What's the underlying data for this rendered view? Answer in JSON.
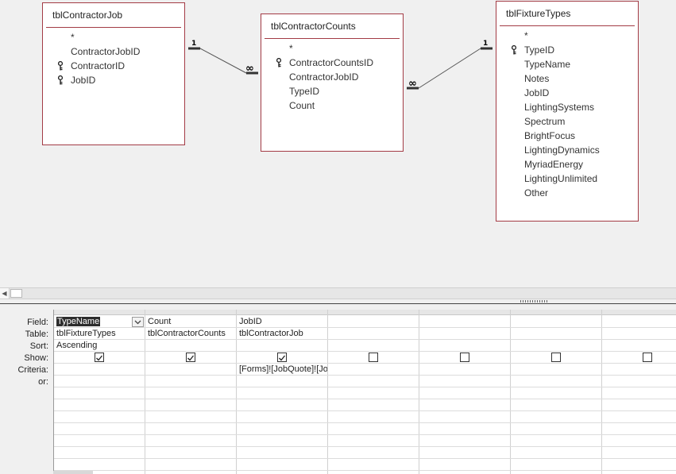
{
  "tables": [
    {
      "name": "tblContractorJob",
      "fields": [
        {
          "name": "*",
          "key": false
        },
        {
          "name": "ContractorJobID",
          "key": false
        },
        {
          "name": "ContractorID",
          "key": true
        },
        {
          "name": "JobID",
          "key": true
        }
      ]
    },
    {
      "name": "tblContractorCounts",
      "fields": [
        {
          "name": "*",
          "key": false
        },
        {
          "name": "ContractorCountsID",
          "key": true
        },
        {
          "name": "ContractorJobID",
          "key": false
        },
        {
          "name": "TypeID",
          "key": false
        },
        {
          "name": "Count",
          "key": false
        }
      ]
    },
    {
      "name": "tblFixtureTypes",
      "fields": [
        {
          "name": "*",
          "key": false
        },
        {
          "name": "TypeID",
          "key": true
        },
        {
          "name": "TypeName",
          "key": false
        },
        {
          "name": "Notes",
          "key": false
        },
        {
          "name": "JobID",
          "key": false
        },
        {
          "name": "LightingSystems",
          "key": false
        },
        {
          "name": "Spectrum",
          "key": false
        },
        {
          "name": "BrightFocus",
          "key": false
        },
        {
          "name": "LightingDynamics",
          "key": false
        },
        {
          "name": "MyriadEnergy",
          "key": false
        },
        {
          "name": "LightingUnlimited",
          "key": false
        },
        {
          "name": "Other",
          "key": false
        }
      ]
    }
  ],
  "relationships": [
    {
      "one_label": "1",
      "many_label": "∞"
    },
    {
      "one_label": "1",
      "many_label": "∞"
    }
  ],
  "grid": {
    "row_labels": {
      "field": "Field:",
      "table": "Table:",
      "sort": "Sort:",
      "show": "Show:",
      "criteria": "Criteria:",
      "or": "or:"
    },
    "columns": [
      {
        "field": "TypeName",
        "table": "tblFixtureTypes",
        "sort": "Ascending",
        "show": true,
        "criteria": ""
      },
      {
        "field": "Count",
        "table": "tblContractorCounts",
        "sort": "",
        "show": true,
        "criteria": ""
      },
      {
        "field": "JobID",
        "table": "tblContractorJob",
        "sort": "",
        "show": true,
        "criteria": "[Forms]![JobQuote]![Jo"
      },
      {
        "field": "",
        "table": "",
        "sort": "",
        "show": false,
        "criteria": ""
      },
      {
        "field": "",
        "table": "",
        "sort": "",
        "show": false,
        "criteria": ""
      },
      {
        "field": "",
        "table": "",
        "sort": "",
        "show": false,
        "criteria": ""
      },
      {
        "field": "",
        "table": "",
        "sort": "",
        "show": false,
        "criteria": ""
      }
    ]
  },
  "colors": {
    "table_border": "#a33b45",
    "selection": "#2d2d2d"
  }
}
